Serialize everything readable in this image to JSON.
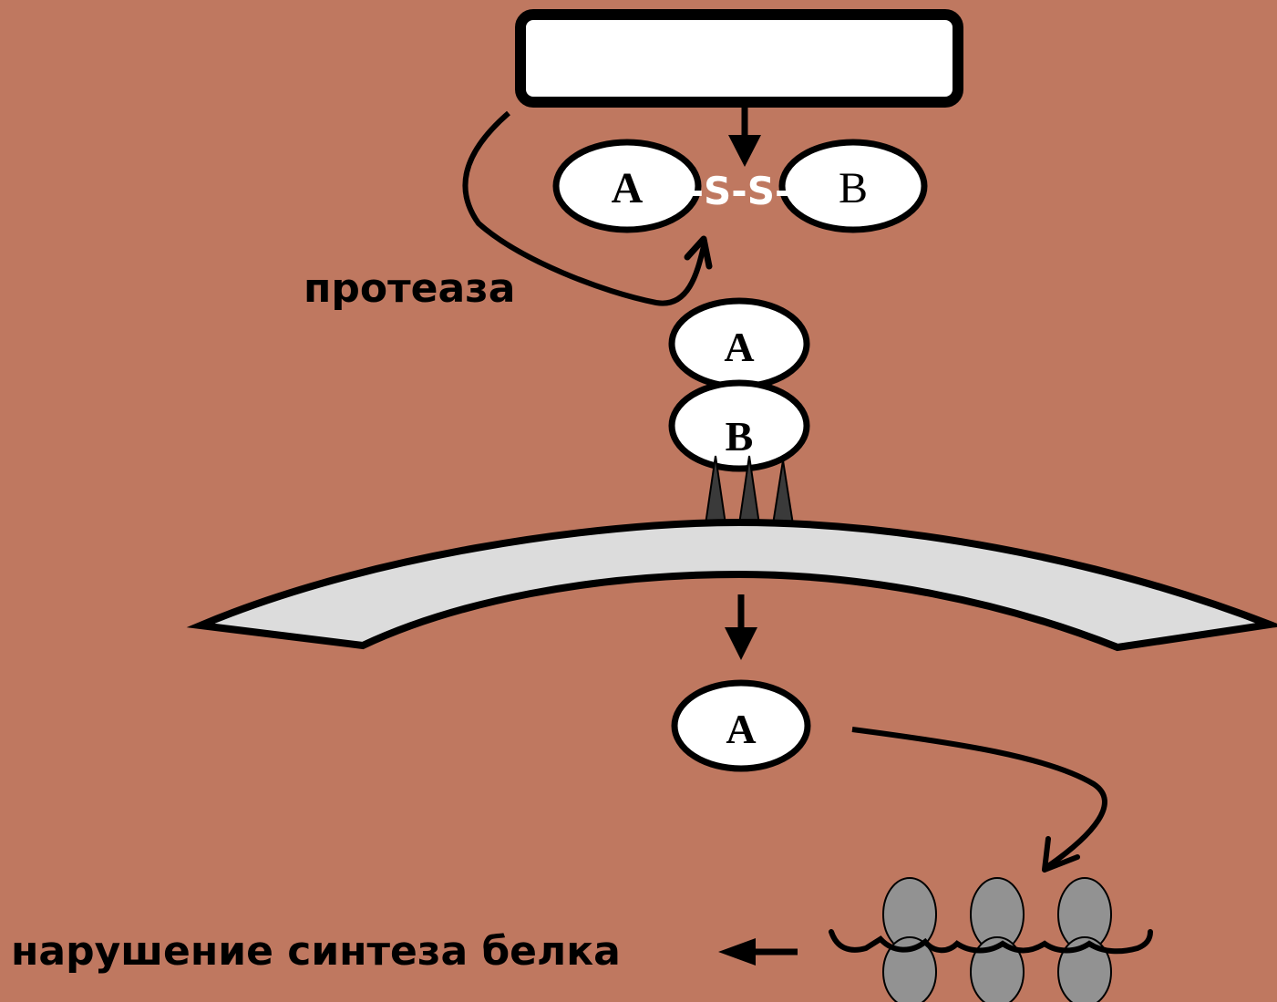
{
  "diagram": {
    "toxin_box_label": "",
    "subunit_a": "A",
    "disulfide": "-S-S-",
    "subunit_b": "B",
    "protease_label": "протеаза",
    "bound_subunit_a": "A",
    "bound_subunit_b": "B",
    "internalized_subunit_a": "A",
    "result_label": "нарушение синтеза белка"
  },
  "colors": {
    "background": "#BF7860",
    "membrane_fill": "#DCDCDC",
    "ribosome_fill": "#929292",
    "receptor_fill": "#3A3A3A",
    "outline": "#000000",
    "disulfide_text": "#FFFFFF"
  }
}
